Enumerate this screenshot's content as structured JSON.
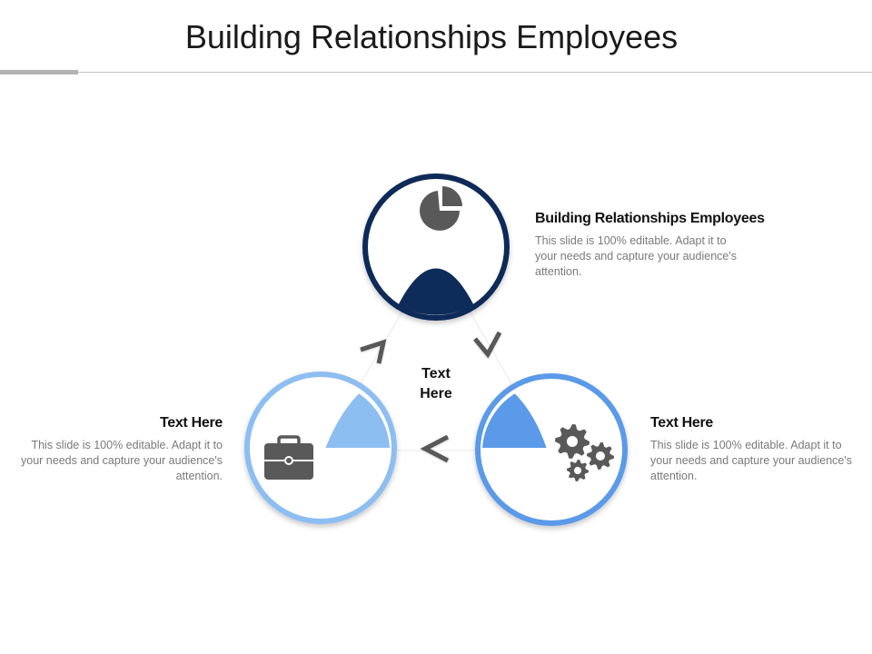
{
  "title": "Building Relationships Employees",
  "center_label_line1": "Text",
  "center_label_line2": "Here",
  "blocks": [
    {
      "heading": "Building Relationships Employees",
      "body": "This slide is 100% editable. Adapt it to your needs and capture your audience's attention."
    },
    {
      "heading": "Text Here",
      "body": "This slide is 100% editable. Adapt it to your needs and capture your audience's attention."
    },
    {
      "heading": "Text Here",
      "body": "This slide is 100% editable. Adapt it to your needs and capture your audience's attention."
    }
  ],
  "colors": {
    "navy": "#0d2c59",
    "light_blue": "#8dbef2",
    "mid_blue": "#5a9ae8",
    "icon_gray": "#595959",
    "arrow_gray": "#595959"
  },
  "icons": [
    "pie-chart-icon",
    "briefcase-icon",
    "gears-icon"
  ]
}
